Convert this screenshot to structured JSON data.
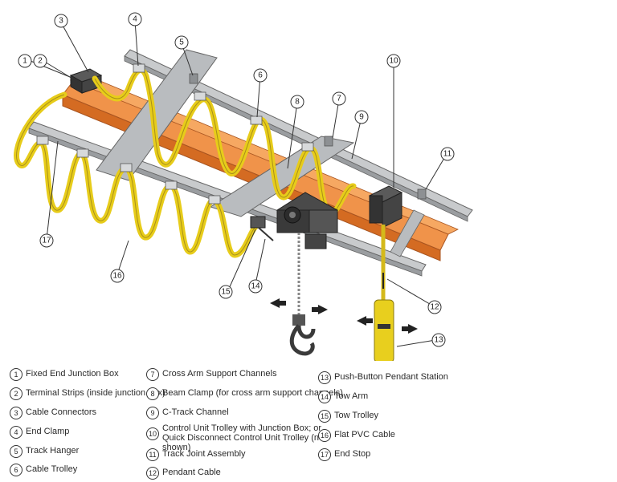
{
  "callouts": [
    "1",
    "2",
    "3",
    "4",
    "5",
    "6",
    "7",
    "8",
    "9",
    "10",
    "11",
    "12",
    "13",
    "14",
    "15",
    "16",
    "17"
  ],
  "legend": [
    {
      "num": "1",
      "text": "Fixed End Junction Box"
    },
    {
      "num": "2",
      "text": "Terminal Strips (inside junction box)"
    },
    {
      "num": "3",
      "text": "Cable Connectors"
    },
    {
      "num": "4",
      "text": "End Clamp"
    },
    {
      "num": "5",
      "text": "Track Hanger"
    },
    {
      "num": "6",
      "text": "Cable Trolley"
    },
    {
      "num": "7",
      "text": "Cross Arm Support Channels"
    },
    {
      "num": "8",
      "text": "Beam Clamp (for cross arm support channels)"
    },
    {
      "num": "9",
      "text": "C-Track Channel"
    },
    {
      "num": "10",
      "text": "Control Unit Trolley with Junction Box; or Quick Disconnect Control Unit Trolley (not shown)"
    },
    {
      "num": "11",
      "text": "Track Joint Assembly"
    },
    {
      "num": "12",
      "text": "Pendant Cable"
    },
    {
      "num": "13",
      "text": "Push-Button Pendant Station"
    },
    {
      "num": "14",
      "text": "Tow Arm"
    },
    {
      "num": "15",
      "text": "Tow Trolley"
    },
    {
      "num": "16",
      "text": "Flat PVC Cable"
    },
    {
      "num": "17",
      "text": "End Stop"
    }
  ],
  "colors": {
    "beam": "#e07a2e",
    "cable": "#f2dc2b",
    "track": "#b4b7ba",
    "box": "#444444"
  }
}
